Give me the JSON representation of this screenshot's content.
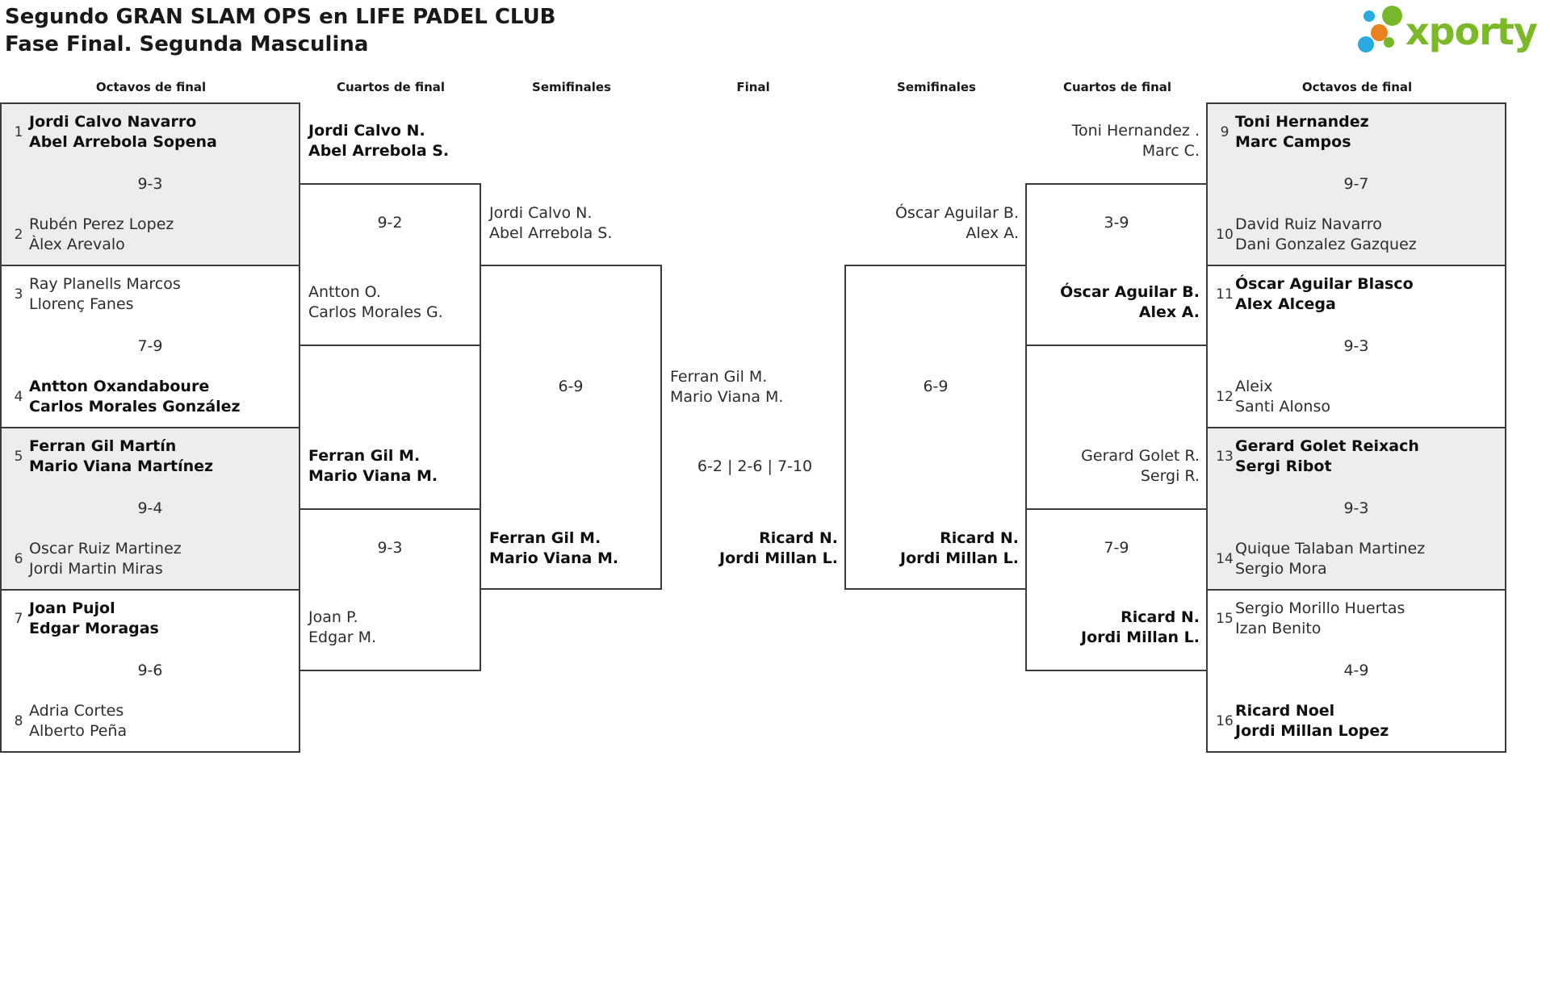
{
  "title": {
    "line1": "Segundo GRAN SLAM OPS en LIFE PADEL CLUB",
    "line2": "Fase Final. Segunda Masculina"
  },
  "logo": {
    "brand": "xporty",
    "green": "#76b82a",
    "blue": "#29abe2",
    "orange": "#e8821e"
  },
  "headers": {
    "octavos_left": "Octavos de final",
    "cuartos_left": "Cuartos de final",
    "semis_left": "Semifinales",
    "final": "Final",
    "semis_right": "Semifinales",
    "cuartos_right": "Cuartos de final",
    "octavos_right": "Octavos de final"
  },
  "octavos_left": {
    "m1": {
      "score": "9-3",
      "t1": {
        "seed": "1",
        "l1": "Jordi Calvo Navarro",
        "l2": "Abel Arrebola Sopena"
      },
      "t2": {
        "seed": "2",
        "l1": "Rubén Perez Lopez",
        "l2": "Àlex Arevalo"
      }
    },
    "m2": {
      "score": "7-9",
      "t1": {
        "seed": "3",
        "l1": "Ray Planells Marcos",
        "l2": "Llorenç Fanes"
      },
      "t2": {
        "seed": "4",
        "l1": "Antton Oxandaboure",
        "l2": "Carlos Morales González"
      }
    },
    "m3": {
      "score": "9-4",
      "t1": {
        "seed": "5",
        "l1": "Ferran Gil Martín",
        "l2": "Mario Viana Martínez"
      },
      "t2": {
        "seed": "6",
        "l1": "Oscar Ruiz Martinez",
        "l2": "Jordi Martin Miras"
      }
    },
    "m4": {
      "score": "9-6",
      "t1": {
        "seed": "7",
        "l1": "Joan Pujol",
        "l2": "Edgar Moragas"
      },
      "t2": {
        "seed": "8",
        "l1": "Adria Cortes",
        "l2": "Alberto Peña"
      }
    }
  },
  "cuartos_left": {
    "m1": {
      "score": "9-2",
      "t1": {
        "l1": "Jordi Calvo N.",
        "l2": "Abel Arrebola S."
      },
      "t2": {
        "l1": "Antton O.",
        "l2": "Carlos Morales G."
      }
    },
    "m2": {
      "score": "9-3",
      "t1": {
        "l1": "Ferran Gil M.",
        "l2": "Mario Viana M."
      },
      "t2": {
        "l1": "Joan P.",
        "l2": "Edgar M."
      }
    }
  },
  "semis_left": {
    "m1": {
      "score": "6-9",
      "t1": {
        "l1": "Jordi Calvo N.",
        "l2": "Abel Arrebola S."
      },
      "t2": {
        "l1": "Ferran Gil M.",
        "l2": "Mario Viana M."
      }
    }
  },
  "final": {
    "score": "6-2 | 2-6 | 7-10",
    "t1": {
      "l1": "Ferran Gil M.",
      "l2": "Mario Viana M."
    },
    "t2": {
      "l1": "Ricard N.",
      "l2": "Jordi Millan L."
    }
  },
  "semis_right": {
    "m1": {
      "score": "6-9",
      "t1": {
        "l1": "Óscar Aguilar B.",
        "l2": "Alex A."
      },
      "t2": {
        "l1": "Ricard N.",
        "l2": "Jordi Millan L."
      }
    }
  },
  "cuartos_right": {
    "m1": {
      "score": "3-9",
      "t1": {
        "l1": "Toni Hernandez .",
        "l2": "Marc C."
      },
      "t2": {
        "l1": "Óscar Aguilar B.",
        "l2": "Alex A."
      }
    },
    "m2": {
      "score": "7-9",
      "t1": {
        "l1": "Gerard Golet R.",
        "l2": "Sergi R."
      },
      "t2": {
        "l1": "Ricard N.",
        "l2": "Jordi Millan L."
      }
    }
  },
  "octavos_right": {
    "m1": {
      "score": "9-7",
      "t1": {
        "seed": "9",
        "l1": "Toni Hernandez",
        "l2": "Marc Campos"
      },
      "t2": {
        "seed": "10",
        "l1": "David Ruiz Navarro",
        "l2": "Dani Gonzalez Gazquez"
      }
    },
    "m2": {
      "score": "9-3",
      "t1": {
        "seed": "11",
        "l1": "Óscar Aguilar Blasco",
        "l2": "Alex Alcega"
      },
      "t2": {
        "seed": "12",
        "l1": "Aleix",
        "l2": "Santi Alonso"
      }
    },
    "m3": {
      "score": "9-3",
      "t1": {
        "seed": "13",
        "l1": "Gerard Golet Reixach",
        "l2": "Sergi Ribot"
      },
      "t2": {
        "seed": "14",
        "l1": "Quique Talaban Martinez",
        "l2": "Sergio Mora"
      }
    },
    "m4": {
      "score": "4-9",
      "t1": {
        "seed": "15",
        "l1": "Sergio Morillo Huertas",
        "l2": "Izan Benito"
      },
      "t2": {
        "seed": "16",
        "l1": "Ricard Noel",
        "l2": "Jordi Millan Lopez"
      }
    }
  }
}
